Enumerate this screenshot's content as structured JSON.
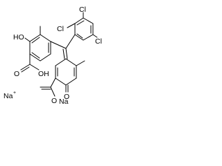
{
  "labels": {
    "cl_top_right": "Cl",
    "cl_left": "Cl",
    "cl_right": "Cl",
    "hydroxyl": "HO",
    "carbonyl_o_left": "O",
    "hydroxyl_o_left": "OH",
    "ketone_o": "O",
    "ester_o": "O",
    "na_bound": "Na",
    "na_ion": "Na",
    "na_ion_charge": "+"
  }
}
